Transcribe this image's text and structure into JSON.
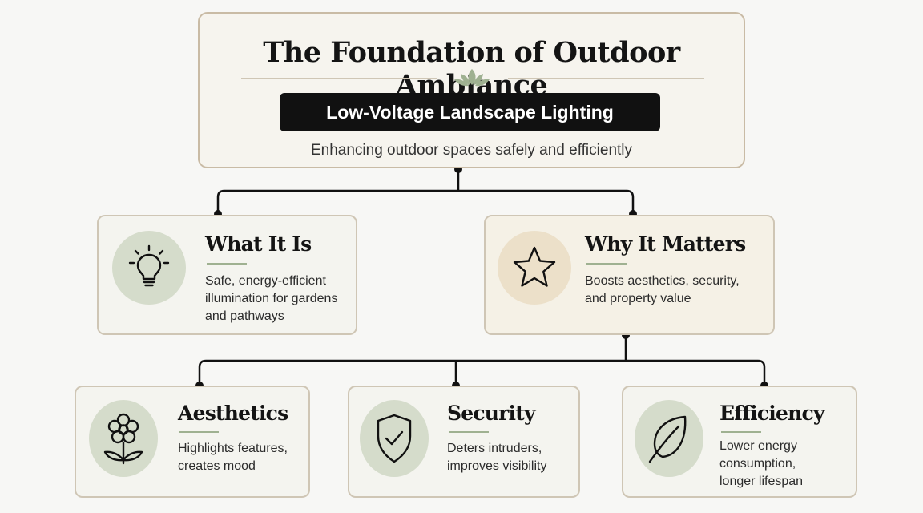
{
  "header": {
    "title": "The Foundation of Outdoor Ambiance",
    "badge": "Low-Voltage Landscape Lighting",
    "subtitle": "Enhancing outdoor spaces safely and efficiently"
  },
  "level1": [
    {
      "title": "What It Is",
      "text": [
        "Safe, energy-efficient",
        "illumination for gardens",
        "and pathways"
      ],
      "icon": "lightbulb-icon"
    },
    {
      "title": "Why It Matters",
      "text": [
        "Boosts aesthetics, security,",
        "and property value"
      ],
      "icon": "star-icon"
    }
  ],
  "level2": [
    {
      "title": "Aesthetics",
      "text": [
        "Highlights features,",
        "creates mood"
      ],
      "icon": "flower-icon"
    },
    {
      "title": "Security",
      "text": [
        "Deters intruders,",
        "improves visibility"
      ],
      "icon": "shield-check-icon"
    },
    {
      "title": "Efficiency",
      "text": [
        "Lower energy",
        "consumption,",
        "longer lifespan"
      ],
      "icon": "leaf-icon"
    }
  ],
  "colors": {
    "card_border": "#c9bba5",
    "icon_green": "#d5dccb",
    "icon_tan": "#ece0c9",
    "accent_rule": "#9fb191",
    "badge_bg": "#111111"
  }
}
